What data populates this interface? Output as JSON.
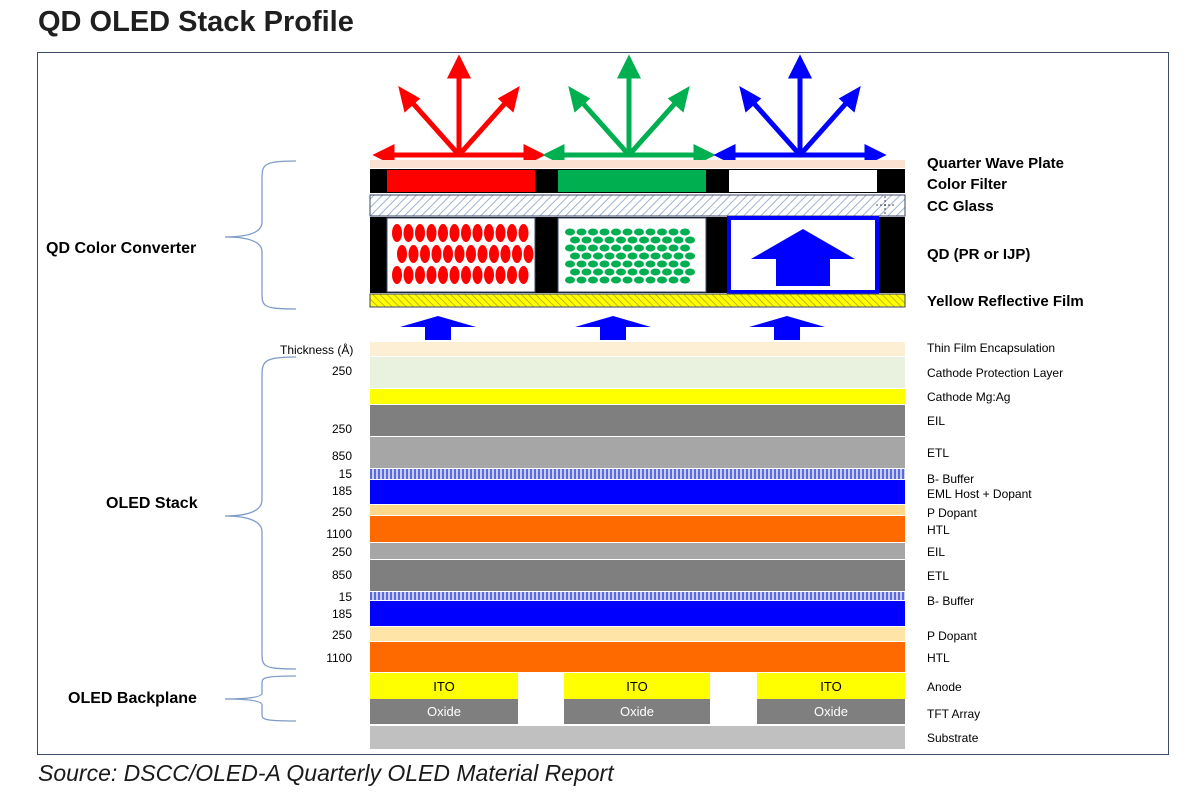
{
  "title": "QD OLED Stack Profile",
  "source": "Source: DSCC/OLED-A Quarterly OLED Material Report",
  "groups": {
    "qd_converter": "QD Color Converter",
    "oled_stack": "OLED Stack",
    "oled_backplane": "OLED Backplane"
  },
  "converter_labels": {
    "quarter_wave_plate": "Quarter Wave Plate",
    "color_filter": "Color Filter",
    "cc_glass": "CC Glass",
    "qd": "QD (PR or IJP)",
    "yellow_film": "Yellow Reflective Film"
  },
  "thickness_header": "Thickness (Å)",
  "stack_layers": [
    {
      "label": "Thin Film Encapsulation",
      "thickness": "",
      "color": "#fdefd3"
    },
    {
      "label": "Cathode Protection Layer",
      "thickness": "250",
      "color": "#e8f2de"
    },
    {
      "label": "Cathode Mg:Ag",
      "thickness": "",
      "color": "#ffff00"
    },
    {
      "label": "EIL",
      "thickness": "250",
      "color": "#7f7f7f"
    },
    {
      "label": "ETL",
      "thickness": "850",
      "color": "#a6a6a6"
    },
    {
      "label": "B- Buffer",
      "thickness": "15",
      "color": "#9aa6ee"
    },
    {
      "label": "EML Host + Dopant",
      "thickness": "185",
      "color": "#0000ff"
    },
    {
      "label": "P Dopant",
      "thickness": "250",
      "color": "#ffd98a"
    },
    {
      "label": "HTL",
      "thickness": "1100",
      "color": "#ff6a00"
    },
    {
      "label": "EIL",
      "thickness": "250",
      "color": "#a6a6a6"
    },
    {
      "label": "ETL",
      "thickness": "850",
      "color": "#7f7f7f"
    },
    {
      "label": "B- Buffer",
      "thickness": "15",
      "color": "#9aa6ee"
    },
    {
      "label": "",
      "thickness": "185",
      "color": "#0000ff"
    },
    {
      "label": "P Dopant",
      "thickness": "250",
      "color": "#ffe4a8"
    },
    {
      "label": "HTL",
      "thickness": "1100",
      "color": "#ff6a00"
    }
  ],
  "backplane": {
    "anode_label": "Anode",
    "tft_label": "TFT Array",
    "substrate_label": "Substrate",
    "ito": [
      "ITO",
      "ITO",
      "ITO"
    ],
    "oxide": [
      "Oxide",
      "Oxide",
      "Oxide"
    ]
  },
  "colors": {
    "red": "#ff0000",
    "green": "#00b050",
    "blue": "#0000ff",
    "black": "#000000",
    "yellow": "#ffff00"
  }
}
